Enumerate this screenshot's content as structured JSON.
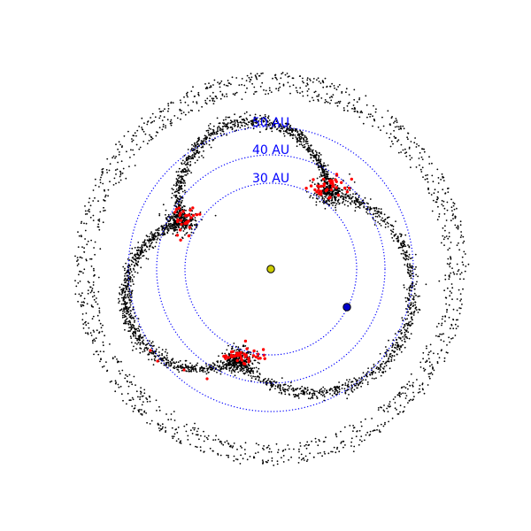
{
  "figure": {
    "colors": {
      "background": "#ffffff",
      "orbit_ring": "#0000ff",
      "particle": "#000000",
      "resonant_particle": "#ff0000",
      "sun": "#cccc00",
      "planet": "#0000cc",
      "marker_outline": "#000000"
    },
    "labels": {
      "ring_30": "30 AU",
      "ring_40": "40 AU",
      "ring_50": "50 AU"
    },
    "orbit_rings_au": [
      30,
      40,
      50
    ],
    "sun": {
      "x_au": 0,
      "y_au": 0
    },
    "planet": {
      "x_au": 26.5,
      "y_au": -13.5
    },
    "particle_belts": [
      {
        "description": "inner libration arc",
        "radius_au": 38.5,
        "spread_au": 4.0
      },
      {
        "description": "outer double ring",
        "radius_au": 62.0,
        "spread_au": 3.2
      }
    ]
  }
}
